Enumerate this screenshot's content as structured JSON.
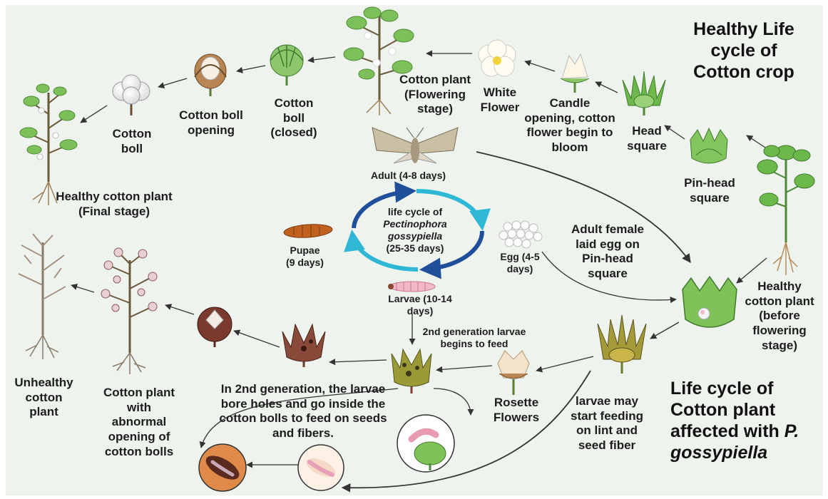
{
  "titles": {
    "healthy": "Healthy Life cycle of Cotton crop",
    "affected_prefix": "Life cycle of Cotton plant affected with ",
    "affected_species": "P. gossypiella"
  },
  "healthy_stages": {
    "final_plant": "Healthy cotton plant (Final stage)",
    "cotton_boll": "Cotton boll",
    "boll_opening": "Cotton boll opening",
    "boll_closed": "Cotton boll (closed)",
    "flowering_plant": "Cotton plant (Flowering stage)",
    "white_flower": "White Flower",
    "candle_opening": "Candle opening, cotton flower begin to bloom",
    "head_square": "Head square",
    "pin_head_square": "Pin-head square",
    "plant_before_flowering": "Healthy cotton plant (before flowering stage)"
  },
  "pest_cycle": {
    "center_line1": "life cycle of",
    "center_species": "Pectinophora gossypiella",
    "center_duration": "(25-35 days)",
    "adult": "Adult (4-8 days)",
    "egg": "Egg (4-5 days)",
    "larvae": "Larvae (10-14 days)",
    "pupae": "Pupae (9 days)"
  },
  "affected_stages": {
    "female_laid_egg": "Adult female laid egg on Pin-head square",
    "second_gen_feed": "2nd generation larvae begins to feed",
    "rosette_flowers": "Rosette Flowers",
    "larvae_lint": "larvae may start feeding on lint and seed fiber",
    "bore_holes": "In 2nd generation, the larvae bore holes and go inside the cotton bolls to feed on seeds and fibers.",
    "abnormal_opening": "Cotton plant with abnormal opening of cotton bolls",
    "unhealthy_plant": "Unhealthy cotton plant"
  },
  "colors": {
    "cycle_arrow_light": "#2eb8d6",
    "cycle_arrow_dark": "#1f4f9a",
    "leaf_green": "#6db84a",
    "boll_brown": "#7a4a32",
    "panel_bg": "#eef3ee"
  }
}
